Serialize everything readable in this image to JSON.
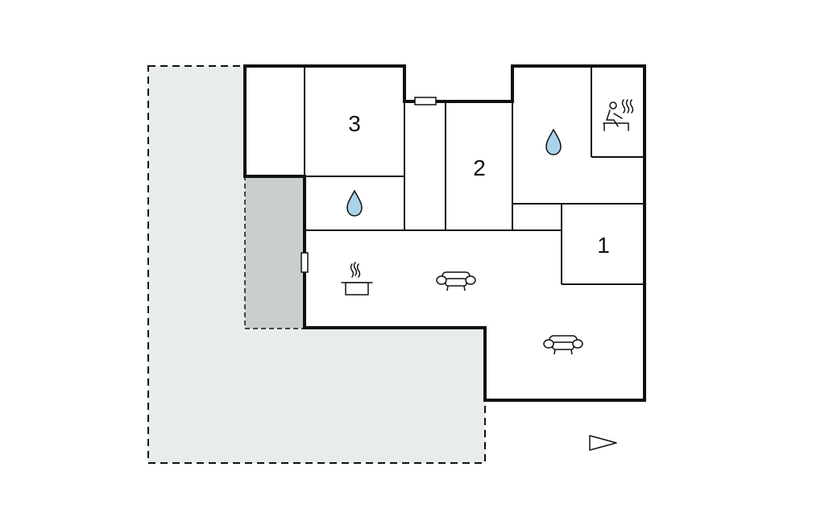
{
  "rooms": [
    {
      "id": "bedroom-3",
      "label": "3"
    },
    {
      "id": "bedroom-2",
      "label": "2"
    },
    {
      "id": "bedroom-1",
      "label": "1"
    }
  ],
  "colors": {
    "wall": "#111111",
    "terrace": "#e8ecec",
    "covered_terrace": "#c9cfcf",
    "water_drop": "#a9d3e8",
    "background": "#ffffff"
  },
  "icons": [
    "water-drop-icon",
    "sauna-icon",
    "cooking-pot-icon",
    "sofa-icon",
    "north-arrow-icon"
  ]
}
